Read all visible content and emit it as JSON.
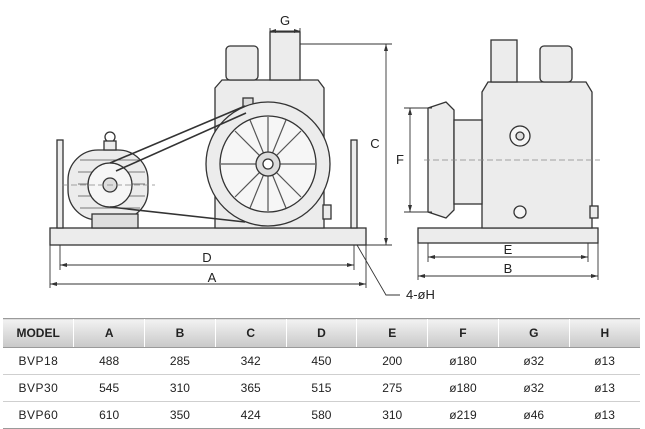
{
  "drawing": {
    "dimension_labels": {
      "A": "A",
      "B": "B",
      "C": "C",
      "D": "D",
      "E": "E",
      "F": "F",
      "G": "G",
      "H": "4-øH"
    }
  },
  "table": {
    "headers": [
      "MODEL",
      "A",
      "B",
      "C",
      "D",
      "E",
      "F",
      "G",
      "H"
    ],
    "rows": [
      [
        "BVP18",
        "488",
        "285",
        "342",
        "450",
        "200",
        "ø180",
        "ø32",
        "ø13"
      ],
      [
        "BVP30",
        "545",
        "310",
        "365",
        "515",
        "275",
        "ø180",
        "ø32",
        "ø13"
      ],
      [
        "BVP60",
        "610",
        "350",
        "424",
        "580",
        "310",
        "ø219",
        "ø46",
        "ø13"
      ]
    ]
  }
}
